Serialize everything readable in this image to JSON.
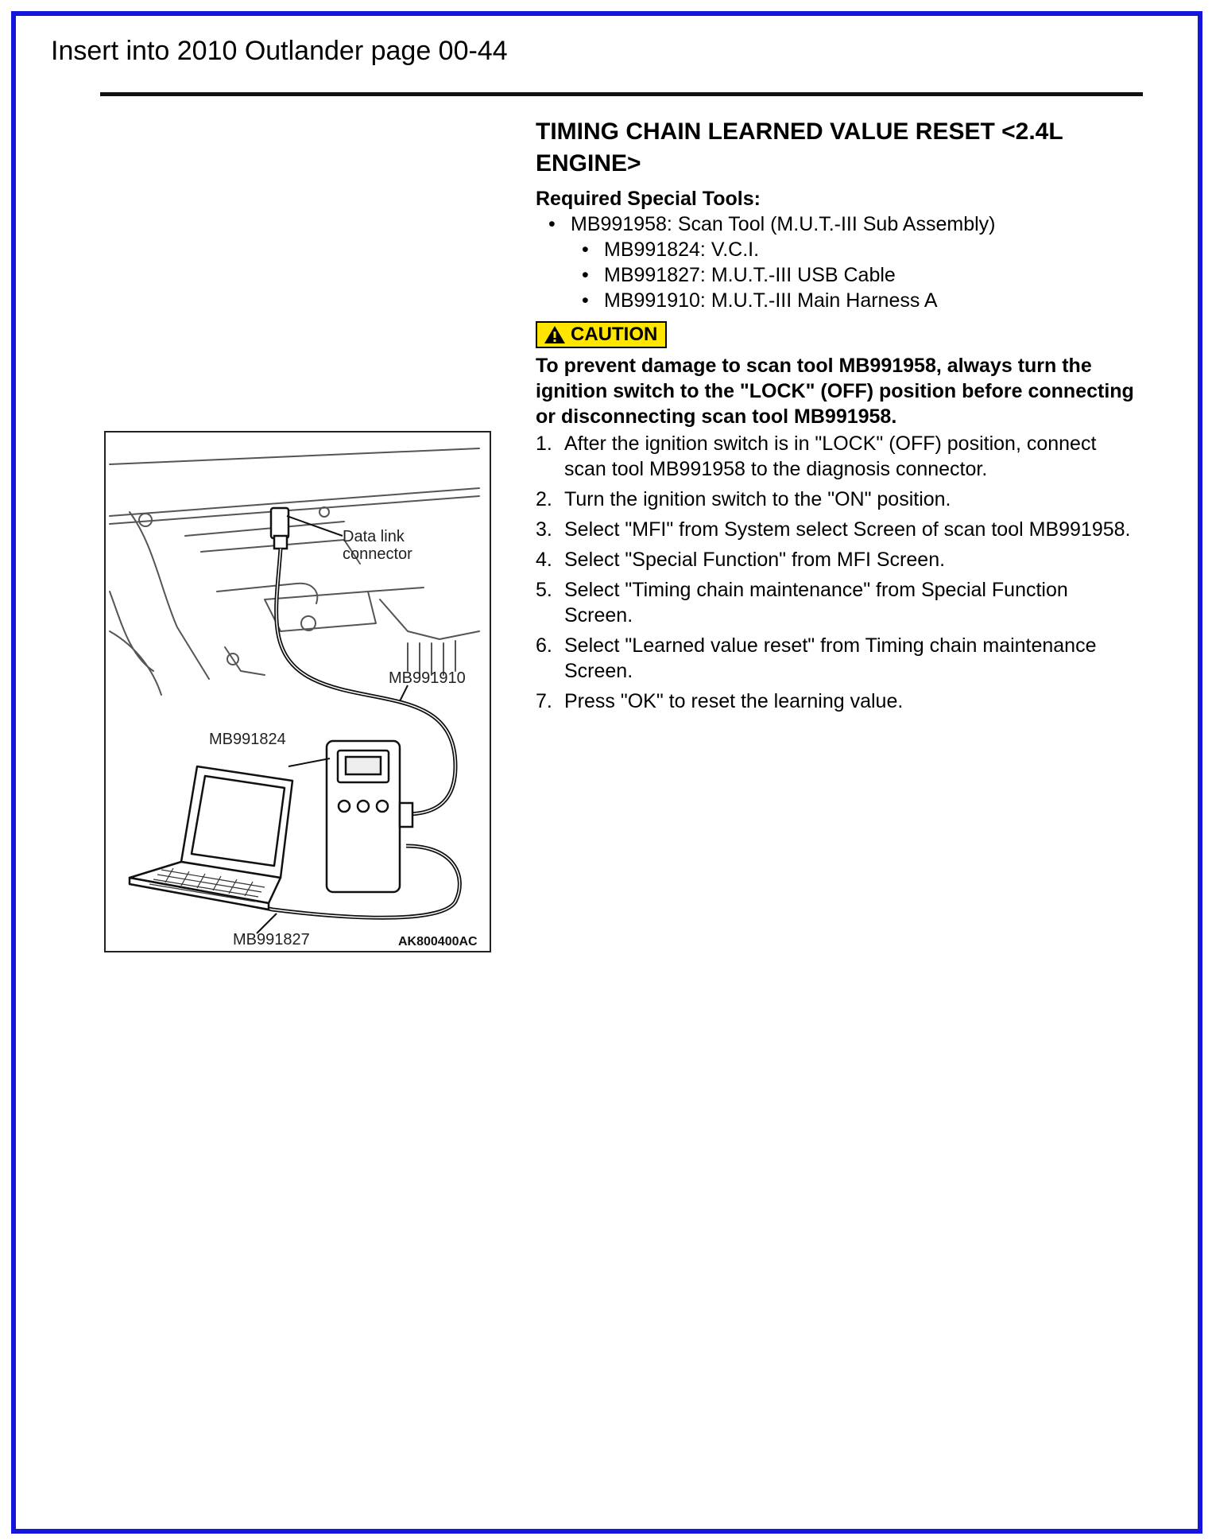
{
  "page": {
    "header": "Insert into 2010 Outlander page 00-44",
    "frame_color": "#1515e0"
  },
  "section": {
    "title_line1": "TIMING CHAIN LEARNED VALUE RESET <2.4L",
    "title_line2": "ENGINE>",
    "tools_heading": "Required Special Tools:",
    "tools": [
      "MB991958: Scan Tool (M.U.T.-III Sub Assembly)",
      "MB991824: V.C.I.",
      "MB991827: M.U.T.-III USB Cable",
      "MB991910: M.U.T.-III Main Harness A"
    ],
    "caution": {
      "label": "CAUTION",
      "icon": "warning-triangle-icon",
      "color": "#ffe500",
      "text": "To prevent damage to scan tool MB991958, always turn the ignition switch to the \"LOCK\" (OFF) position before connecting or disconnecting scan tool MB991958."
    },
    "steps": [
      {
        "num": "1.",
        "text": "After the ignition switch is in \"LOCK\" (OFF) position, connect scan tool MB991958 to the diagnosis connector."
      },
      {
        "num": "2.",
        "text": "Turn the ignition switch to the \"ON\" position."
      },
      {
        "num": "3.",
        "text": "Select  \"MFI\" from System select Screen of scan tool MB991958."
      },
      {
        "num": "4.",
        "text": "Select  \"Special Function\" from MFI Screen."
      },
      {
        "num": "5.",
        "text": "Select  \"Timing chain maintenance\" from Special Function Screen."
      },
      {
        "num": "6.",
        "text": "Select  \"Learned value reset\" from Timing chain maintenance Screen."
      },
      {
        "num": "7.",
        "text": "Press \"OK\" to reset the learning value."
      }
    ]
  },
  "figure": {
    "label_connector_1": "Data link",
    "label_connector_2": "connector",
    "label_harness": "MB991910",
    "label_vci": "MB991824",
    "label_cable": "MB991827",
    "code": "AK800400AC"
  }
}
